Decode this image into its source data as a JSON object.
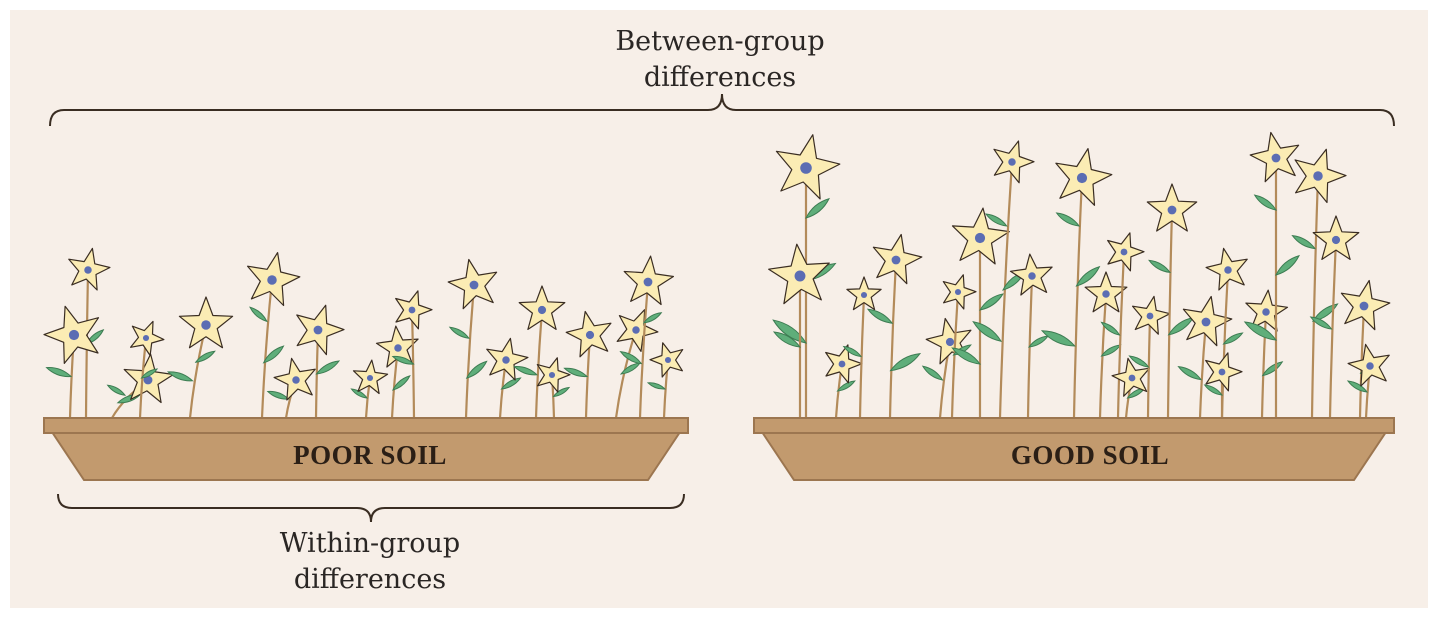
{
  "labels": {
    "between_line1": "Between-group",
    "between_line2": "differences",
    "within_line1": "Within-group",
    "within_line2": "differences"
  },
  "planters": {
    "poor_label": "POOR SOIL",
    "good_label": "GOOD SOIL"
  },
  "colors": {
    "background": "#f7efe8",
    "planter": "#c29a6e",
    "petal": "#fbecb4",
    "flower_center": "#5b6db3",
    "leaf": "#5fae7a",
    "stem": "#b38b5a",
    "outline": "#3a2d22"
  }
}
